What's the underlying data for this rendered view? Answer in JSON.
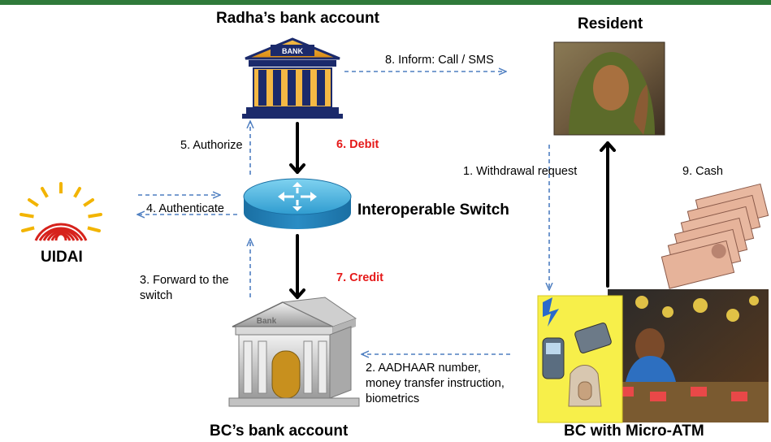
{
  "nodes": {
    "radha_bank": "Radha’s bank account",
    "resident": "Resident",
    "switch": "Interoperable Switch",
    "uidai": "UIDAI",
    "bc_bank": "BC’s bank account",
    "bc_atm": "BC with Micro-ATM"
  },
  "icons": {
    "bank_top_sign": "BANK",
    "bank_bottom_sign": "Bank"
  },
  "steps": {
    "s1": "1. Withdrawal request",
    "s2_line1": "2. AADHAAR number,",
    "s2_line2": "money transfer instruction,",
    "s2_line3": "biometrics",
    "s3_line1": "3. Forward to the",
    "s3_line2": "switch",
    "s4": "4. Authenticate",
    "s5": "5. Authorize",
    "s6": "6. Debit",
    "s7": "7. Credit",
    "s8": "8. Inform:  Call / SMS",
    "s9": "9. Cash"
  },
  "colors": {
    "accent_red": "#e51a1a",
    "dashed_blue": "#4f7fc1",
    "top_bar": "#2f7a3a"
  }
}
